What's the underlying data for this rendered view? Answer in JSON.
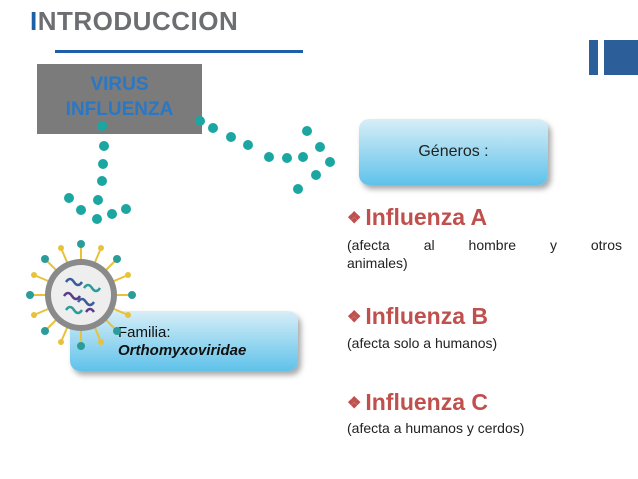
{
  "header": {
    "title_initial": "I",
    "title_rest": "NTRODUCCION"
  },
  "colors": {
    "accent": "#1f5fa8",
    "title_text": "#6d6e71",
    "genre": "#c0504d",
    "box_gradient_top": "#d7eef7",
    "box_gradient_bottom": "#5fc2ea",
    "virus_box": "#7b7b7b",
    "dot": "#1ba6a1"
  },
  "virus_box": {
    "line1": "VIRUS",
    "line2": "INFLUENZA"
  },
  "generos_box": {
    "label": "Géneros :"
  },
  "familia_box": {
    "label": "Familia:",
    "name": "Orthomyxoviridae"
  },
  "genres": [
    {
      "name": "Influenza A",
      "desc_line1": "(afecta al hombre y otros",
      "desc_line2": "animales)"
    },
    {
      "name": "Influenza B",
      "desc": "(afecta solo a humanos)"
    },
    {
      "name": "Influenza C",
      "desc": "(afecta a humanos y cerdos)"
    }
  ],
  "icons": {
    "bullet": "diamond-bullet-icon",
    "virus": "virus-particle-icon"
  }
}
